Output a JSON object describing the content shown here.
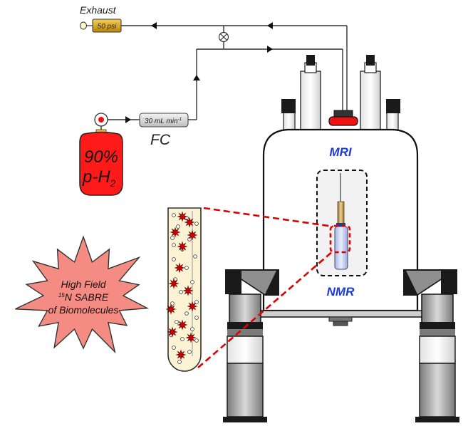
{
  "labels": {
    "exhaust": "Exhaust",
    "backpressure": "50 psi",
    "flow_controller_value": "30 mL min",
    "flow_controller_unit_exp": "-1",
    "flow_controller_name": "FC",
    "cylinder_percent": "90%",
    "cylinder_gas_prefix": "p-H",
    "cylinder_gas_sub": "2",
    "mri": "MRI",
    "nmr": "NMR",
    "burst_line1": "High Field",
    "burst_iso_mass": "15",
    "burst_line2_rest": "N SABRE",
    "burst_line3": "of Biomolecules"
  },
  "colors": {
    "cylinder_red": "#ff1a1a",
    "burst_pink": "#f58c84",
    "magnet_blue": "#1c3ad6",
    "zoom_red": "#e00000",
    "tube_fill": "#fbf3d3",
    "particle_red": "#d00000",
    "regulator_gold": "#d9a820"
  }
}
